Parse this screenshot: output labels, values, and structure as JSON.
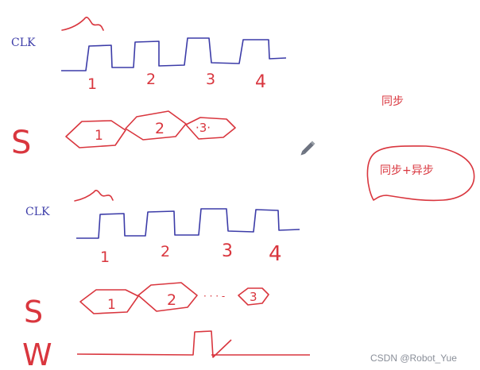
{
  "colors": {
    "red": "#d9363e",
    "blue": "#3c3ca8",
    "gray": "#6d7380",
    "watermark": "#8a8f99"
  },
  "top": {
    "clk_label": "CLK",
    "tick_labels": [
      "1",
      "2",
      "3",
      "4"
    ],
    "signal_label": "S",
    "hex_labels": [
      "1",
      "2",
      "·3·"
    ]
  },
  "bottom": {
    "clk_label": "CLK",
    "tick_labels": [
      "1",
      "2",
      "3",
      "4"
    ],
    "signal_label": "S",
    "hex_labels": [
      "1",
      "2",
      "3"
    ],
    "wave_label": "W",
    "dots": "· · · -"
  },
  "notes": {
    "sync": "同步",
    "sync_async": "同步+异步"
  },
  "icons": {
    "pencil": "pencil-icon"
  },
  "watermark": "CSDN @Robot_Yue"
}
